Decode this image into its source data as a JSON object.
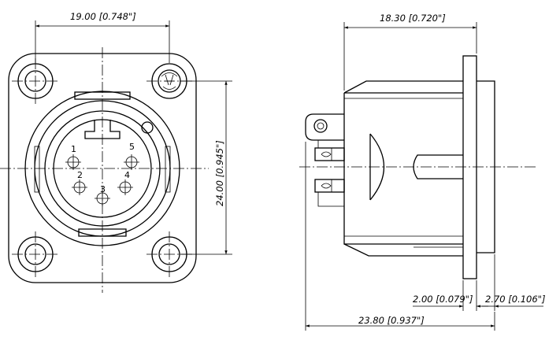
{
  "dimensions": {
    "front_width": "19.00 [0.748\"]",
    "front_height": "24.00 [0.945\"]",
    "side_flange_depth": "18.30 [0.720\"]",
    "flange_thickness": "2.00 [0.079\"]",
    "rear_offset": "2.70 [0.106\"]",
    "overall_length": "23.80 [0.937\"]"
  },
  "pins": [
    "1",
    "2",
    "3",
    "4",
    "5"
  ]
}
